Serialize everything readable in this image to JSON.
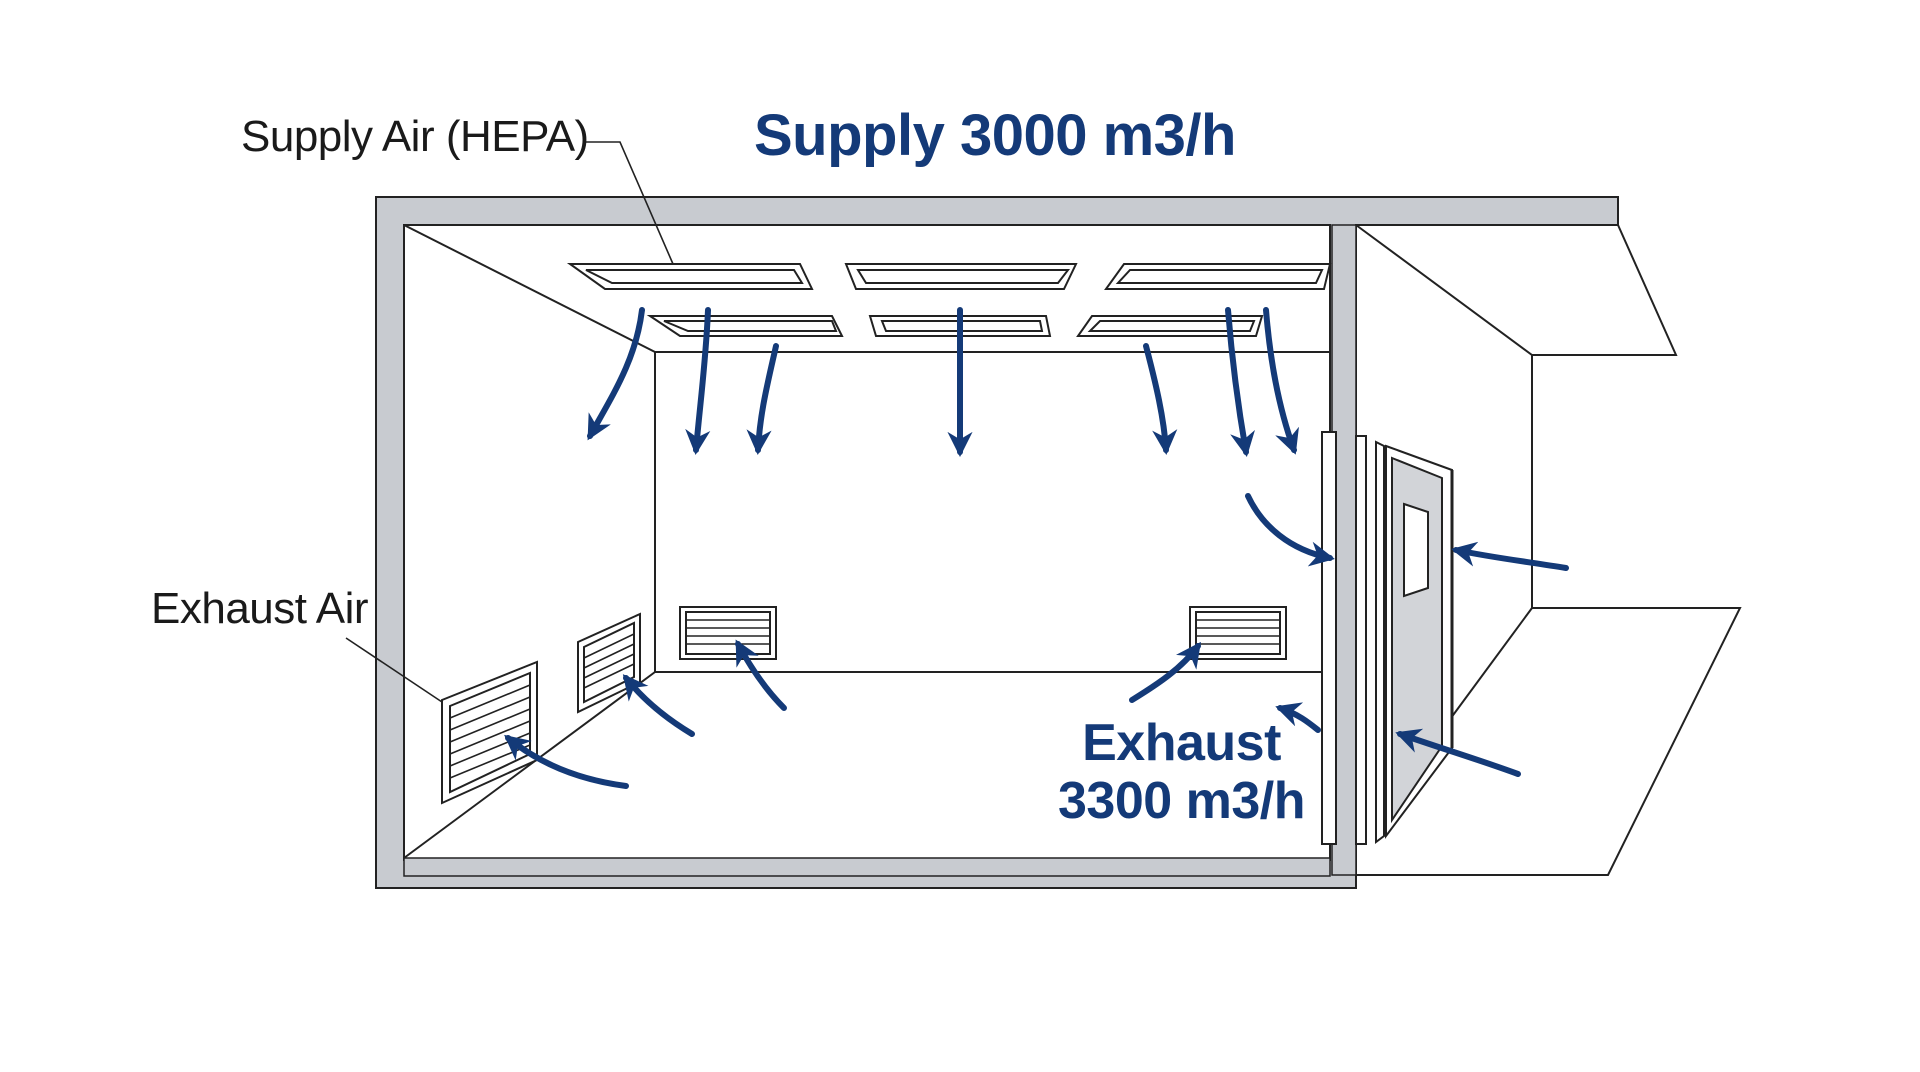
{
  "labels": {
    "supply_air": "Supply Air (HEPA)",
    "exhaust_air": "Exhaust Air",
    "supply_flow": "Supply 3000 m3/h",
    "exhaust_flow_line1": "Exhaust",
    "exhaust_flow_line2": "3300 m3/h"
  },
  "colors": {
    "arrow": "#143a78",
    "wall": "#c8cbd0",
    "line": "#222222",
    "door": "#d2d4d8"
  }
}
